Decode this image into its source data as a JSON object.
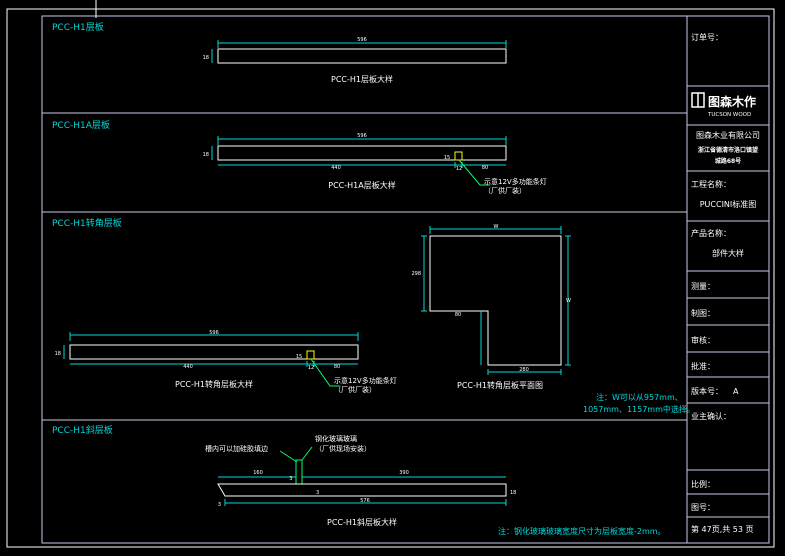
{
  "sections": [
    {
      "title": "PCC-H1层板",
      "label": "PCC-H1层板大样",
      "dims": {
        "length": "596",
        "thick": "18"
      }
    },
    {
      "title": "PCC-H1A层板",
      "label": "PCC-H1A层板大样",
      "dims": {
        "length": "596",
        "thick": "18",
        "left": "440",
        "right": "80",
        "slot_w": "12",
        "slot_d": "15"
      },
      "note": "示意12V多功能条灯",
      "note2": "（厂供厂装）"
    },
    {
      "title": "PCC-H1转角层板",
      "label": "PCC-H1转角层板大样",
      "dims": {
        "length": "596",
        "thick": "18",
        "left": "440",
        "right": "80",
        "slot_w": "12",
        "slot_d": "15"
      },
      "note": "示意12V多功能条灯",
      "note2": "（厂供厂装）",
      "plan_label": "PCC-H1转角层板平面图",
      "plan_dims": {
        "top": "W",
        "right": "W",
        "left": "298",
        "inner_h": "80",
        "bottom": "280"
      },
      "plan_note": "注：W可以从957mm、",
      "plan_note2": "1057mm、1157mm中选择。"
    },
    {
      "title": "PCC-H1斜层板",
      "label": "PCC-H1斜层板大样",
      "dims": {
        "left": "160",
        "groove": "3",
        "right": "390",
        "total": "576",
        "thick": "18",
        "inset": "3",
        "end": "3"
      },
      "ann1": "槽内可以加硅胶填边",
      "ann2": "钢化玻璃玻璃",
      "ann3": "（厂供现场安装）",
      "bottom_note": "注：钢化玻璃玻璃宽度尺寸为层板宽度-2mm。"
    }
  ],
  "titleblock": {
    "order_label": "订单号：",
    "logo_text": "图森木作",
    "logo_sub": "TUCSON WOOD",
    "company": "图森木业有限公司",
    "address1": "浙江省德清市洛口镇望",
    "address2": "城路68号",
    "project_label": "工程名称：",
    "project_value": "PUCCINI标准图",
    "product_label": "产品名称：",
    "product_value": "部件大样",
    "measure_label": "测量：",
    "draw_label": "制图：",
    "review_label": "审核：",
    "approve_label": "批准：",
    "version_label": "版本号：",
    "version_value": "A",
    "owner_label": "业主确认：",
    "scale_label": "比例：",
    "figno_label": "图号：",
    "page_text": "第 47页,共 53 页"
  },
  "colors": {
    "frame": "#c8c8e6",
    "cyan": "#00d8d8",
    "white": "#ffffff",
    "green": "#00ff66"
  }
}
